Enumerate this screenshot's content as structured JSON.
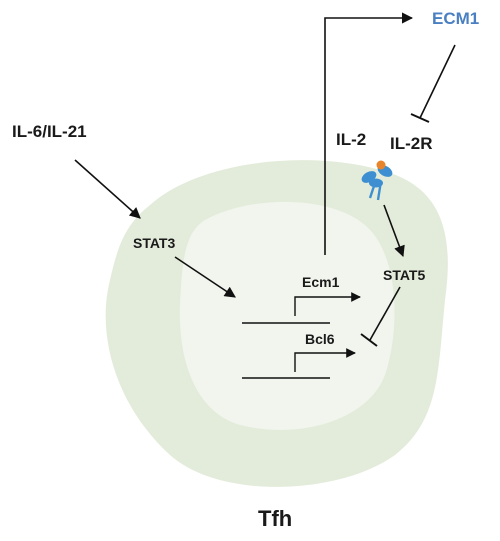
{
  "labels": {
    "ecm1_protein": "ECM1",
    "il6_il21": "IL-6/IL-21",
    "il2": "IL-2",
    "il2r": "IL-2R",
    "stat3": "STAT3",
    "stat5": "STAT5",
    "ecm1_gene": "Ecm1",
    "bcl6_gene": "Bcl6",
    "cell_type": "Tfh"
  },
  "colors": {
    "ecm1_protein": "#4a7fc1",
    "text": "#1a1a1a",
    "cell_outer": "#e3ecda",
    "cell_nucleus": "#f1f5ee",
    "receptor_blue": "#3d8fd1",
    "receptor_orange": "#e8852a",
    "line": "#111111"
  }
}
